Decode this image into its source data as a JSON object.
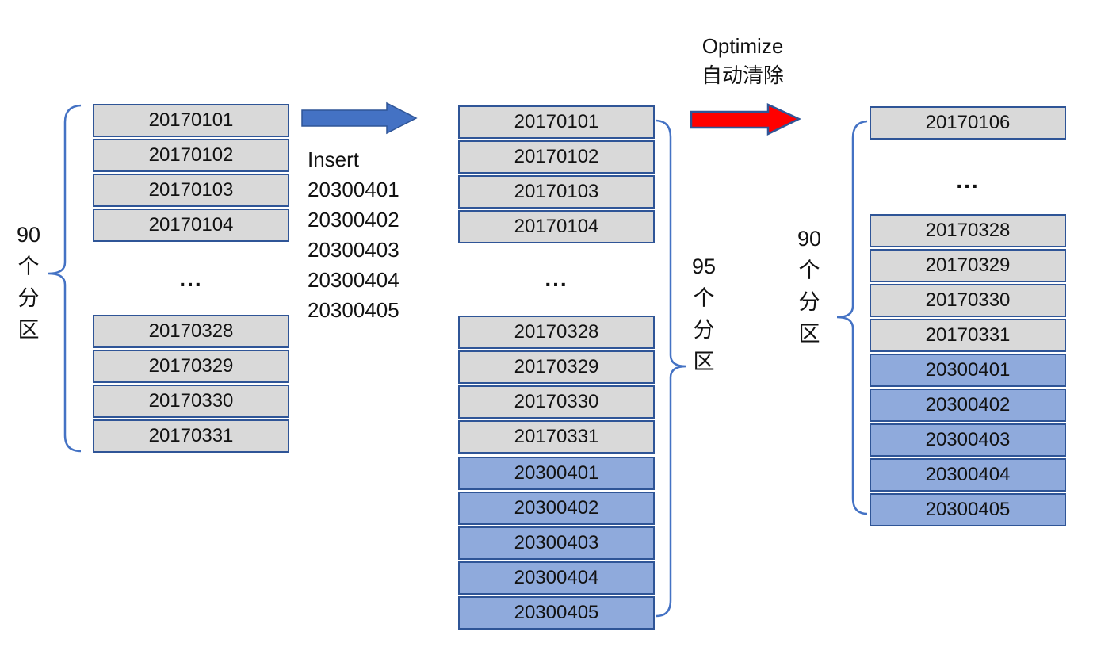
{
  "colors": {
    "gray_fill": "#d9d9d9",
    "blue_fill": "#8faadc",
    "box_border": "#2f5597",
    "arrow_blue": "#4472c4",
    "arrow_red": "#ff0000",
    "brace": "#4472c4"
  },
  "stage_before": {
    "count_label_lines": [
      "90",
      "个",
      "分",
      "区"
    ],
    "top_partitions": [
      "20170101",
      "20170102",
      "20170103",
      "20170104"
    ],
    "ellipsis": "...",
    "bottom_partitions": [
      "20170328",
      "20170329",
      "20170330",
      "20170331"
    ]
  },
  "insert_action": {
    "lines": [
      "Insert",
      "20300401",
      "20300402",
      "20300403",
      "20300404",
      "20300405"
    ]
  },
  "stage_after_insert": {
    "count_label_lines": [
      "95",
      "个",
      "分",
      "区"
    ],
    "top_partitions": [
      "20170101",
      "20170102",
      "20170103",
      "20170104"
    ],
    "ellipsis": "...",
    "old_partitions": [
      "20170328",
      "20170329",
      "20170330",
      "20170331"
    ],
    "new_partitions": [
      "20300401",
      "20300402",
      "20300403",
      "20300404",
      "20300405"
    ]
  },
  "optimize_action": {
    "lines": [
      "Optimize",
      "自动清除"
    ]
  },
  "stage_after_optimize": {
    "count_label_lines": [
      "90",
      "个",
      "分",
      "区"
    ],
    "top_partitions": [
      "20170106"
    ],
    "ellipsis": "...",
    "old_partitions": [
      "20170328",
      "20170329",
      "20170330",
      "20170331"
    ],
    "new_partitions": [
      "20300401",
      "20300402",
      "20300403",
      "20300404",
      "20300405"
    ]
  }
}
